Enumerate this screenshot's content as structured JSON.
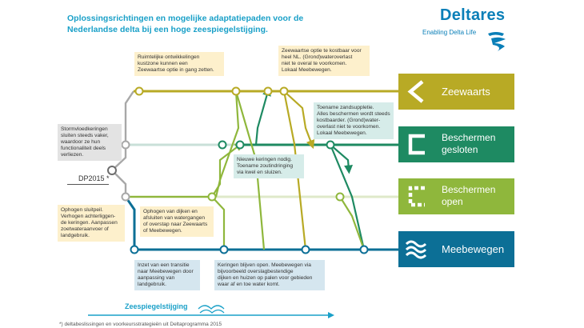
{
  "title": {
    "line1": "Oplossingsrichtingen en mogelijke adaptatiepaden voor de",
    "line2": "Nederlandse delta bij een hoge zeespiegelstijging."
  },
  "logo": {
    "name": "Deltares",
    "tagline": "Enabling Delta Life"
  },
  "dp_label": "DP2015 *",
  "notes": {
    "ruimtelijk": [
      "Ruimtelijke ontwikkelingen",
      "kustzone kunnen een",
      "Zeewaartse optie in gang zetten."
    ],
    "zeewaartse": [
      "Zeewaartse optie te kostbaar voor",
      "heel NL. (Grond)wateroverlast",
      "niet te overal te voorkomen.",
      "Lokaal Meebewegen."
    ],
    "toename": [
      "Toename zandsuppletie.",
      "Alles beschermen wordt steeds",
      "kostbaarder. (Grond)water-",
      "overlast niet te voorkomen.",
      "Lokaal Meebewegen."
    ],
    "stormvloed": [
      "Stormvloedkeringen",
      "sluiten steeds vaker,",
      "waardoor ze hun",
      "functionaliteit deels",
      "verliezen."
    ],
    "nieuwe": [
      "Nieuwe keringen nodig.",
      "Toename zoutindringing",
      "via kwel en sluizen."
    ],
    "ophogen_sluitpeil": [
      "Ophogen sluitpeil.",
      "Verhogen achterliggen-",
      "de keringen. Aanpassen",
      "zoetwateraanvoer of",
      "landgebruik."
    ],
    "ophogen_dijken": [
      "Ophogen van dijken en",
      "afsluiten van watergangen",
      "of overstap naar Zeewaarts",
      "of Meebewegen."
    ],
    "inzet": [
      "Inzet van een transitie",
      "naar Meebewegen door",
      "aanpassing van",
      "landgebruik."
    ],
    "keringen_open": [
      "Keringen blijven open. Meebewegen via",
      "bijvoorbeeld overslagbestendige",
      "dijken en huizen op palen voor gebieden",
      "waar af en toe water komt."
    ]
  },
  "tiles": {
    "zeewaarts": [
      "Zeewaarts"
    ],
    "beschermen_gesloten": [
      "Beschermen",
      "gesloten"
    ],
    "beschermen_open": [
      "Beschermen",
      "open"
    ],
    "meebewegen": [
      "Meebewegen"
    ]
  },
  "axis_label": "Zeespiegelstijging",
  "footnote": "*) deltabeslissingen en voorkeursstrategieën uit Deltaprogramma 2015",
  "colors": {
    "title": "#1aa0c8",
    "zeewaarts": "#b8aa25",
    "beschermen_gesloten": "#1e8a62",
    "beschermen_open": "#8fb73c",
    "meebewegen": "#0c6f96",
    "existing_grey": "#a8a8a8"
  }
}
